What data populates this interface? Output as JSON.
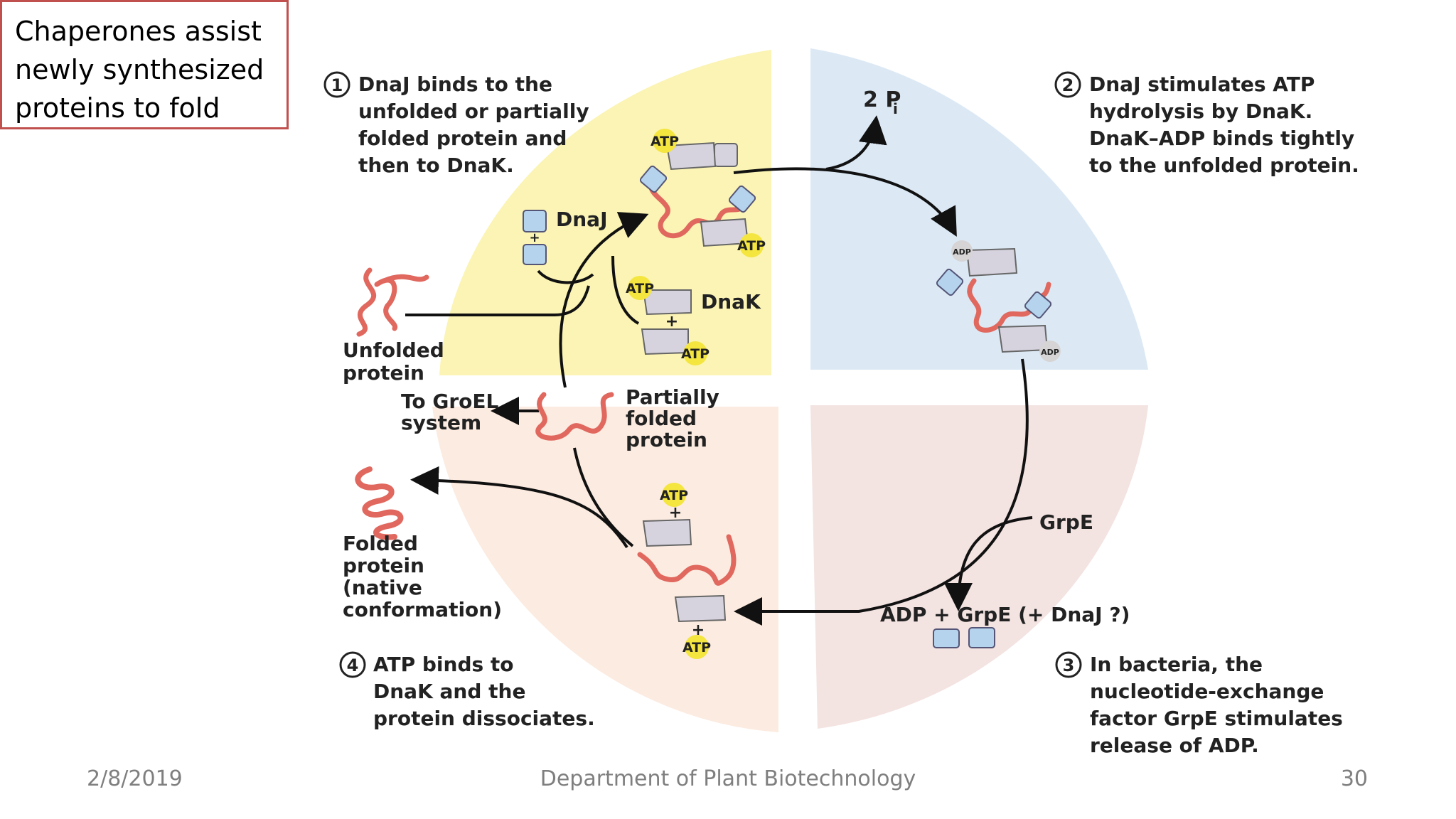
{
  "slide": {
    "title_lines": [
      "Chaperones assist",
      "newly synthesized",
      "proteins to fold"
    ],
    "footer_date": "2/8/2019",
    "footer_center": "Department of Plant Biotechnology",
    "page_number": "30"
  },
  "diagram": {
    "quadrant_colors": {
      "top_left": "#fbf4b4",
      "top_right": "#dce9f5",
      "bottom_right": "#f3e3e1",
      "bottom_left": "#fcebe0"
    },
    "steps": [
      {
        "number": "1",
        "lines": [
          "DnaJ binds to the",
          "unfolded or partially",
          "folded protein and",
          "then to DnaK."
        ]
      },
      {
        "number": "2",
        "lines": [
          "DnaJ stimulates ATP",
          "hydrolysis by DnaK.",
          "DnaK–ADP binds tightly",
          "to the unfolded protein."
        ]
      },
      {
        "number": "3",
        "lines": [
          "In bacteria, the",
          "nucleotide-exchange",
          "factor GrpE stimulates",
          "release of ADP."
        ]
      },
      {
        "number": "4",
        "lines": [
          "ATP binds to",
          "DnaK and the",
          "protein dissociates."
        ]
      }
    ],
    "labels": {
      "pi_value": "2 P",
      "pi_subscript": "i",
      "dnaj": "DnaJ",
      "dnak": "DnaK",
      "unfolded_protein": [
        "Unfolded",
        "protein"
      ],
      "to_groel": [
        "To GroEL",
        "system"
      ],
      "partially_folded": [
        "Partially",
        "folded",
        "protein"
      ],
      "folded_protein": [
        "Folded",
        "protein",
        "(native",
        "conformation)"
      ],
      "grpe": "GrpE",
      "adp_grpe": "ADP + GrpE (+ DnaJ ?)",
      "atp": "ATP",
      "adp": "ADP",
      "plus": "+"
    }
  }
}
